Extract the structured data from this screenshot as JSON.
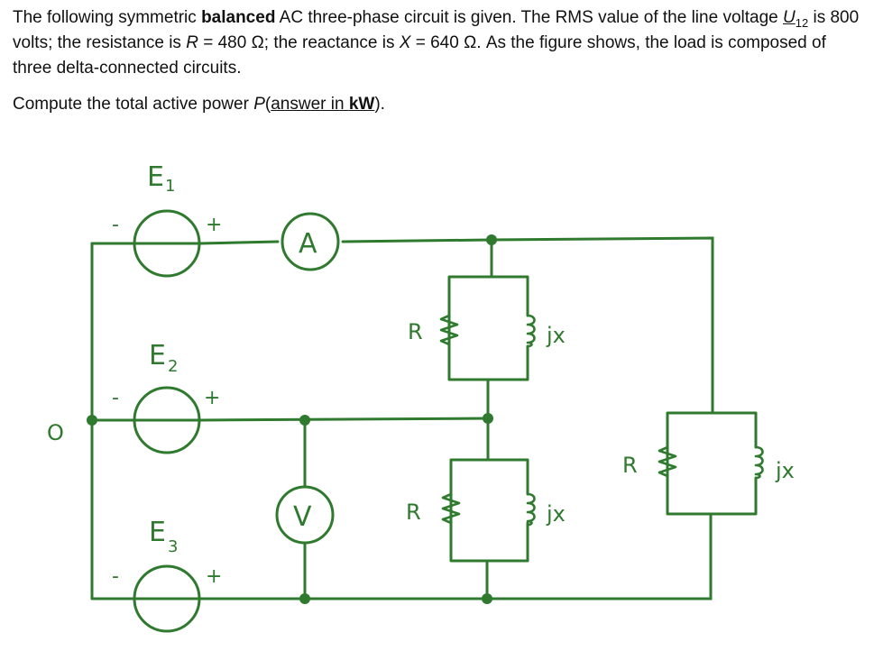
{
  "problem": {
    "intro_before_bold": "The following symmetric ",
    "bold_word": "balanced",
    "intro_after_bold": " AC three-phase circuit is given. The RMS value of the line voltage ",
    "u_symbol": "U",
    "u_sub": "12",
    "is_text": " is  800 volts; the resistance is ",
    "r_symbol": "R",
    "r_eq": " =  480 Ω; the reactance is  ",
    "x_symbol": "X",
    "x_eq": " =  640 Ω. As the figure shows, the load is composed of three delta-connected circuits.",
    "question_before": "Compute the total active power ",
    "p_symbol": "P",
    "question_paren_open": "(",
    "answer_prefix": "answer in ",
    "answer_unit": "kW",
    "question_end": ")."
  },
  "circuit": {
    "sources": [
      {
        "name": "E",
        "sub": "1",
        "minus": "-",
        "plus": "+"
      },
      {
        "name": "E",
        "sub": "2",
        "minus": "-",
        "plus": "+"
      },
      {
        "name": "E",
        "sub": "3",
        "minus": "-",
        "plus": "+"
      }
    ],
    "neutral_label": "O",
    "ammeter_label": "A",
    "voltmeter_label": "V",
    "loads": [
      {
        "r_label": "R",
        "x_label": "jx"
      },
      {
        "r_label": "R",
        "x_label": "jx"
      },
      {
        "r_label": "R",
        "x_label": "jx"
      }
    ],
    "wire_color": "#2f7a2f"
  }
}
